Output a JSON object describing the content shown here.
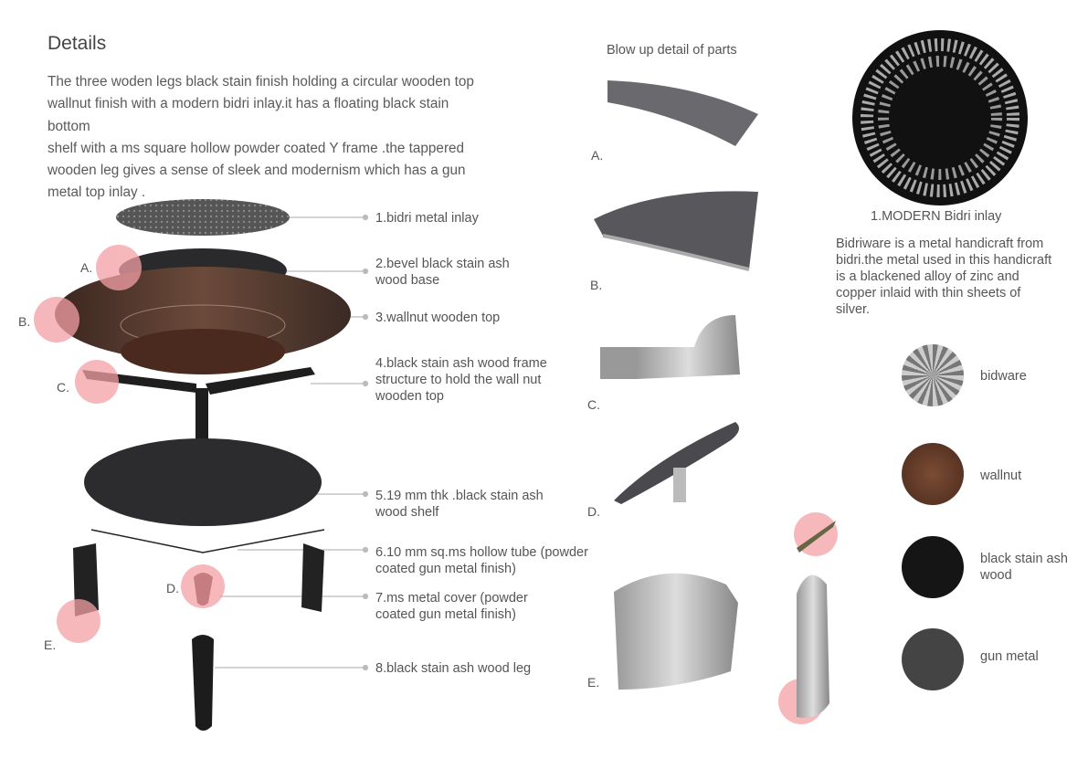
{
  "details": {
    "title": "Details",
    "lines": [
      "The three woden legs black stain finish holding a circular wooden top",
      "wallnut finish with a modern bidri inlay.it has a floating black stain bottom",
      "shelf with a ms square hollow powder coated Y frame .the tappered",
      "wooden leg gives a sense of sleek and modernism which has a gun",
      "metal top inlay ."
    ]
  },
  "exploded": {
    "parts": [
      {
        "lines": [
          "1.bidri metal inlay"
        ]
      },
      {
        "lines": [
          "2.bevel black stain ash",
          "wood base"
        ]
      },
      {
        "lines": [
          "3.wallnut wooden top"
        ]
      },
      {
        "lines": [
          "4.black stain ash wood frame",
          "structure to hold the wall nut",
          "wooden top"
        ]
      },
      {
        "lines": [
          "5.19 mm thk .black stain ash",
          "wood shelf"
        ]
      },
      {
        "lines": [
          "6.10 mm sq.ms hollow tube (powder",
          "coated gun metal finish)"
        ]
      },
      {
        "lines": [
          "7.ms metal cover (powder",
          "coated gun metal finish)"
        ]
      },
      {
        "lines": [
          "8.black stain ash wood leg"
        ]
      }
    ],
    "markers": [
      "A.",
      "B.",
      "C.",
      "D.",
      "E."
    ]
  },
  "blowup": {
    "title": "Blow up detail of parts",
    "letters": [
      "A.",
      "B.",
      "C.",
      "D.",
      "E."
    ]
  },
  "inlay": {
    "title": "1.MODERN Bidri inlay",
    "lines": [
      "Bidriware is a metal handicraft from",
      "bidri.the metal used in this handicraft",
      "is a blackened alloy of zinc and",
      "copper inlaid with thin sheets of",
      "silver."
    ]
  },
  "materials": [
    {
      "lines": [
        "bidware"
      ],
      "color": "#9a9a9a"
    },
    {
      "lines": [
        "wallnut"
      ],
      "color": "#5a3524"
    },
    {
      "lines": [
        "black stain ash",
        "wood"
      ],
      "color": "#151515"
    },
    {
      "lines": [
        "gun metal"
      ],
      "color": "#444444"
    }
  ],
  "colors": {
    "highlight": "#f4a0a6",
    "leader": "#bbbbbb"
  }
}
